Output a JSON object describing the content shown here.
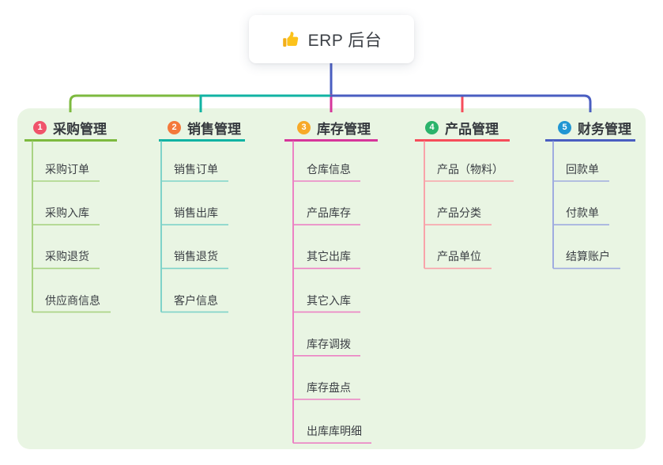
{
  "root": {
    "title": "ERP 后台",
    "icon": "thumbs-up-icon"
  },
  "colors": {
    "canvas_bg": "#FFFFFF",
    "panel_bg": "#E9F5E3",
    "trunk_blue": "#4A5EC1",
    "root_text": "#3C4046",
    "node_text": "#3B3F44",
    "thumb_yellow": "#FCC21B"
  },
  "branches": [
    {
      "index": "1",
      "label": "采购管理",
      "line_color": "#7DBA3F",
      "child_line_color": "#A9D383",
      "badge_color": "#F0536B",
      "children": [
        "采购订单",
        "采购入库",
        "采购退货",
        "供应商信息"
      ]
    },
    {
      "index": "2",
      "label": "销售管理",
      "line_color": "#11B3A3",
      "child_line_color": "#7FD3C9",
      "badge_color": "#F4793B",
      "children": [
        "销售订单",
        "销售出库",
        "销售退货",
        "客户信息"
      ]
    },
    {
      "index": "3",
      "label": "库存管理",
      "line_color": "#D6369B",
      "child_line_color": "#EC82C4",
      "badge_color": "#F7A928",
      "children": [
        "仓库信息",
        "产品库存",
        "其它出库",
        "其它入库",
        "库存调拨",
        "库存盘点",
        "出库库明细"
      ]
    },
    {
      "index": "4",
      "label": "产品管理",
      "line_color": "#F64D5B",
      "child_line_color": "#F9A3AA",
      "badge_color": "#2BB36B",
      "children": [
        "产品（物料）",
        "产品分类",
        "产品单位"
      ]
    },
    {
      "index": "5",
      "label": "财务管理",
      "line_color": "#4A5EC1",
      "child_line_color": "#9FACE0",
      "badge_color": "#2196D3",
      "children": [
        "回款单",
        "付款单",
        "结算账户"
      ]
    }
  ]
}
